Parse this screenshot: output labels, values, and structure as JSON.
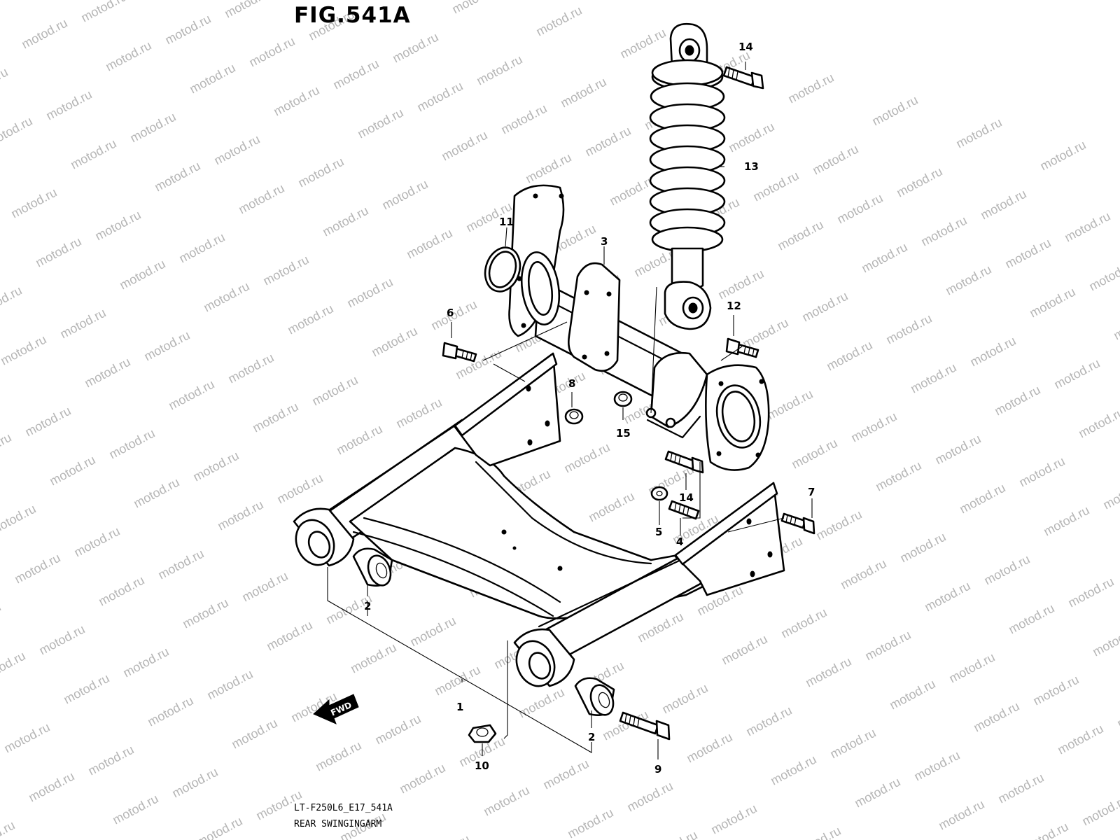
{
  "figure": {
    "title": "FIG.541A",
    "model_code": "LT-F250L6_E17_541A",
    "section_name": "REAR SWINGINGARM"
  },
  "watermark": {
    "text": "motod.ru",
    "color": "#b5b5b5"
  },
  "direction_arrow": {
    "text": "FWD"
  },
  "callouts": [
    {
      "id": "callout-1",
      "label": "1"
    },
    {
      "id": "callout-2a",
      "label": "2"
    },
    {
      "id": "callout-2b",
      "label": "2"
    },
    {
      "id": "callout-3",
      "label": "3"
    },
    {
      "id": "callout-4",
      "label": "4"
    },
    {
      "id": "callout-5",
      "label": "5"
    },
    {
      "id": "callout-6",
      "label": "6"
    },
    {
      "id": "callout-7",
      "label": "7"
    },
    {
      "id": "callout-8",
      "label": "8"
    },
    {
      "id": "callout-9",
      "label": "9"
    },
    {
      "id": "callout-10",
      "label": "10"
    },
    {
      "id": "callout-11",
      "label": "11"
    },
    {
      "id": "callout-12",
      "label": "12"
    },
    {
      "id": "callout-13",
      "label": "13"
    },
    {
      "id": "callout-14a",
      "label": "14"
    },
    {
      "id": "callout-14b",
      "label": "14"
    },
    {
      "id": "callout-15",
      "label": "15"
    }
  ]
}
